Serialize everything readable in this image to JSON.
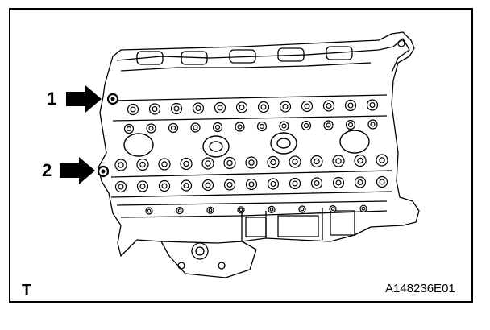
{
  "figure": {
    "callouts": [
      {
        "number": "1"
      },
      {
        "number": "2"
      }
    ],
    "view_label": "T",
    "figure_code": "A148236E01"
  },
  "colors": {
    "line": "#000000",
    "background": "#ffffff"
  }
}
